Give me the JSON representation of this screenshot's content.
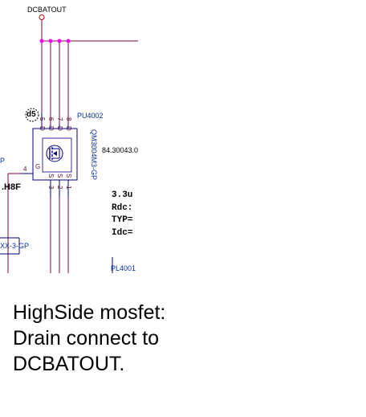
{
  "schematic": {
    "net_label": "DCBATOUT",
    "ref_designator": "PU4002",
    "part_number": "QM3004M3-GP",
    "part_code_partial": "84.30043.0",
    "left_cut_label_1": "P",
    "left_cut_label_2": ".H8F",
    "left_cut_label_3": "XX-3-GP",
    "inductor_ref": "PL4001",
    "gate_pin_number": "4",
    "gate_pin_letter": "G",
    "pins_top": [
      "5",
      "6",
      "7",
      "8"
    ],
    "pins_top_letters": [
      "D",
      "D",
      "D",
      "D"
    ],
    "pins_bottom": [
      "3",
      "2",
      "1"
    ],
    "pins_bottom_letters": [
      "S",
      "S",
      "S"
    ],
    "marker_text": "d5",
    "spec_lines": [
      "3.3u",
      "Rdc:",
      "TYP=",
      "Idc="
    ],
    "colors": {
      "wire": "#800040",
      "junction": "#ff00ff",
      "text_blue": "#0a2f9a",
      "component": "#000080"
    }
  },
  "caption": {
    "lines": [
      "HighSide mosfet:",
      "Drain connect to",
      "DCBATOUT."
    ]
  }
}
